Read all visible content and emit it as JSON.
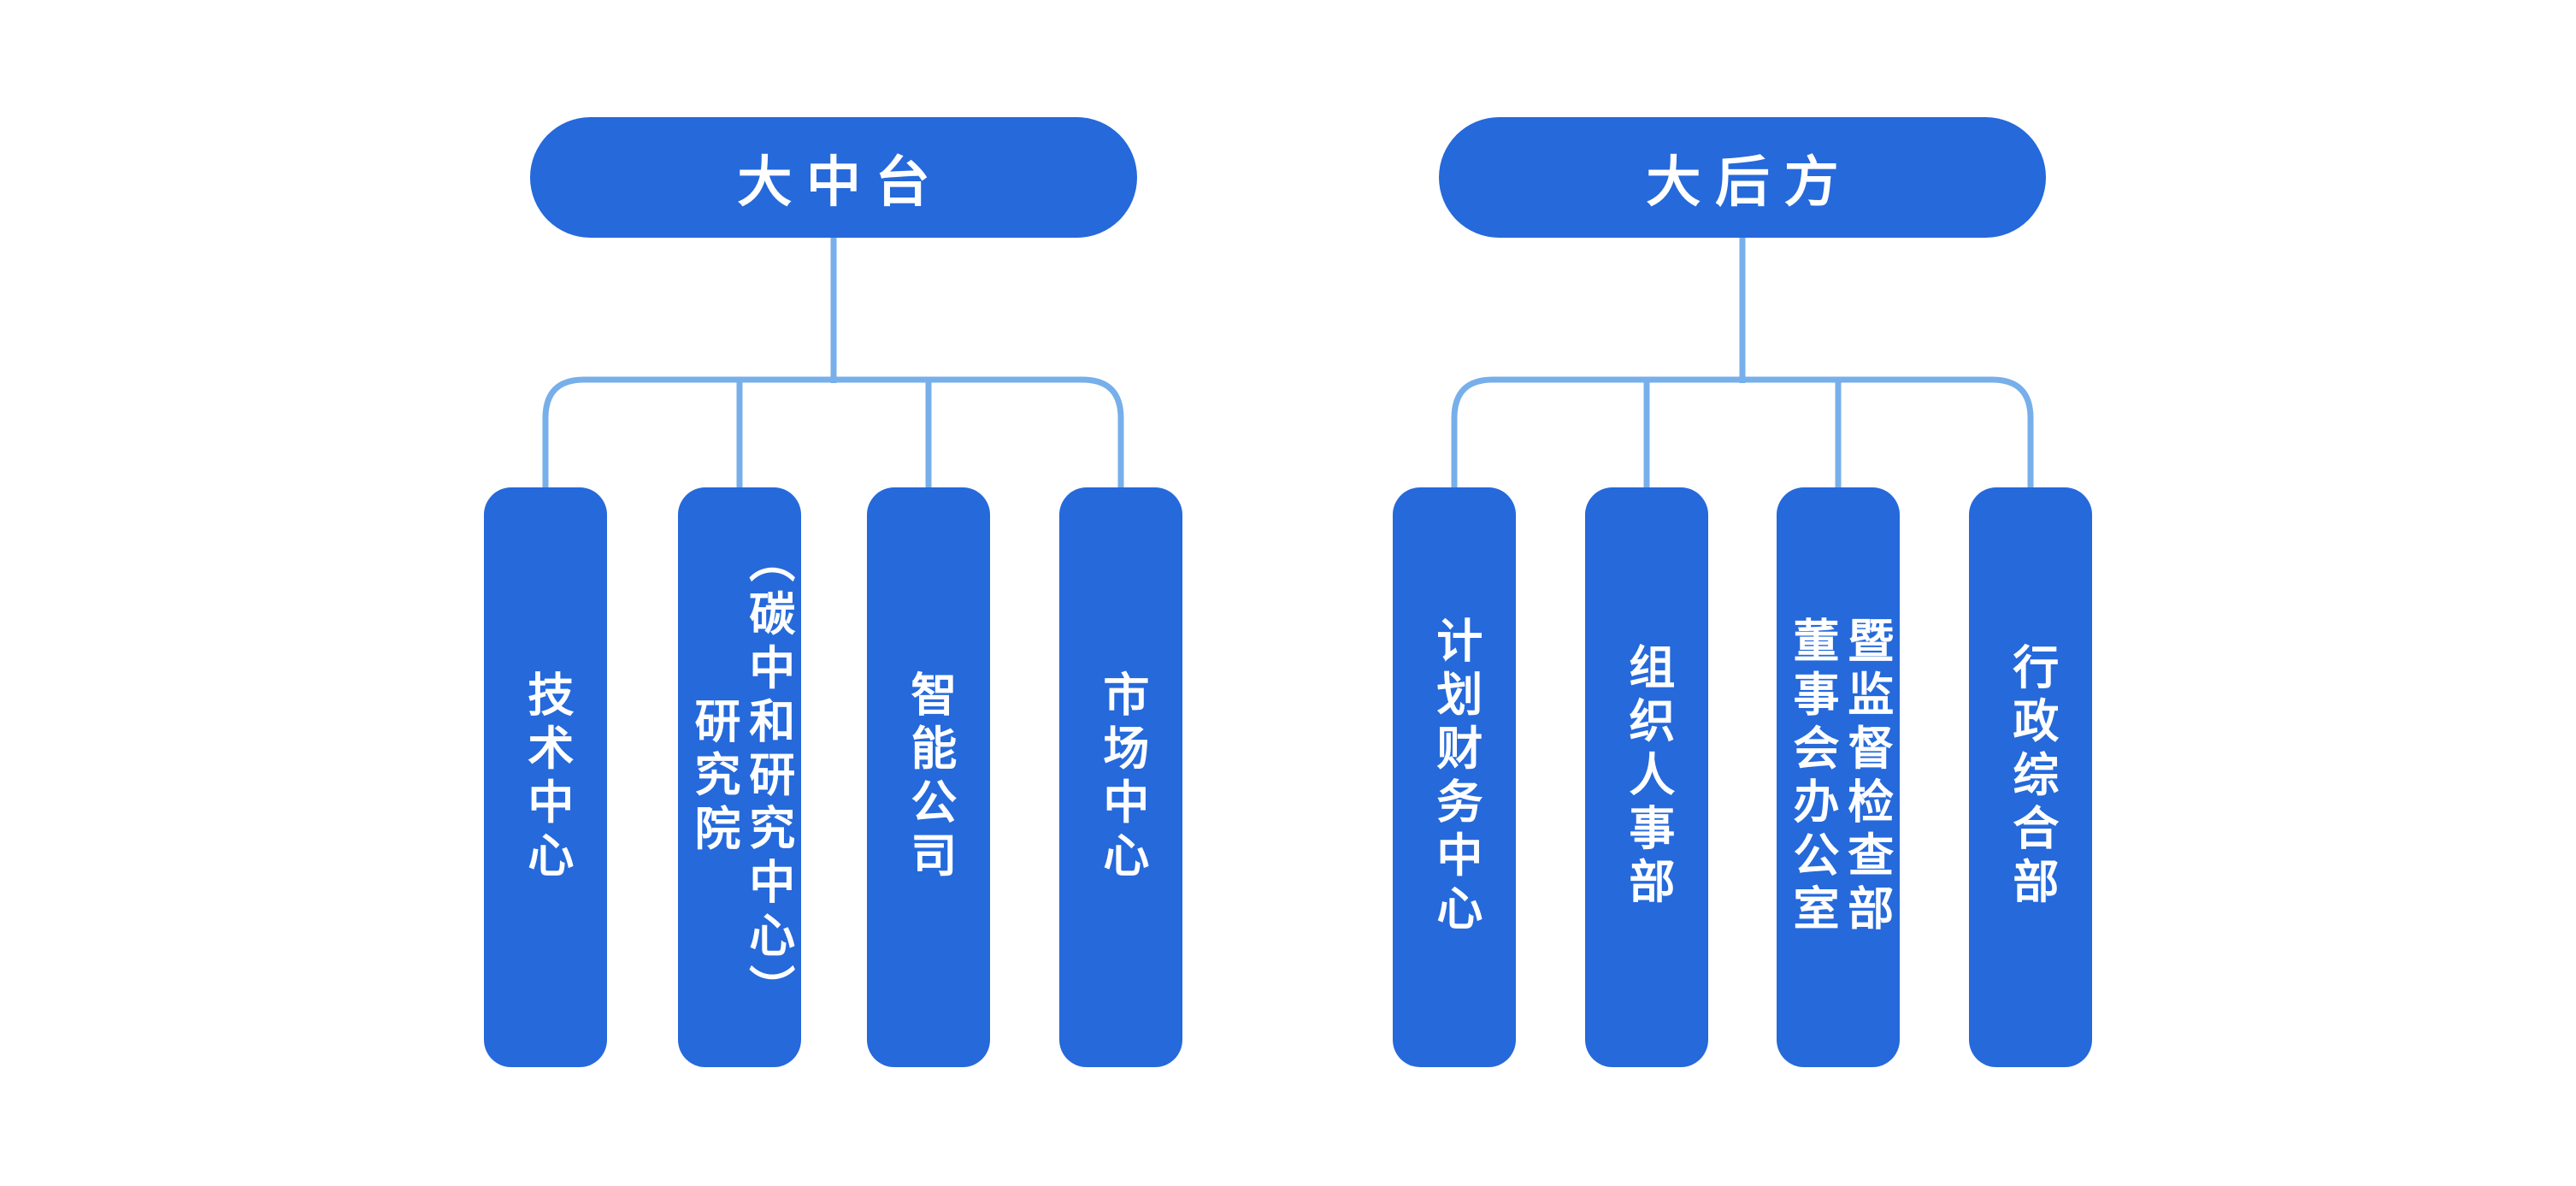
{
  "diagram": {
    "type": "org-tree",
    "colors": {
      "node_fill": "#2569DB",
      "connector": "#77AFEA",
      "node_text": "#FFFFFF",
      "background": "#FFFFFF"
    },
    "trees": [
      {
        "root": {
          "label": "大中台"
        },
        "children": [
          {
            "label": "技术中心"
          },
          {
            "label": "研究院\n（碳中和研究中心）"
          },
          {
            "label": "智能公司"
          },
          {
            "label": "市场中心"
          }
        ]
      },
      {
        "root": {
          "label": "大后方"
        },
        "children": [
          {
            "label": "计划财务中心"
          },
          {
            "label": "组织人事部"
          },
          {
            "label": "董事会办公室\n暨监督检查部"
          },
          {
            "label": "行政综合部"
          }
        ]
      }
    ]
  }
}
